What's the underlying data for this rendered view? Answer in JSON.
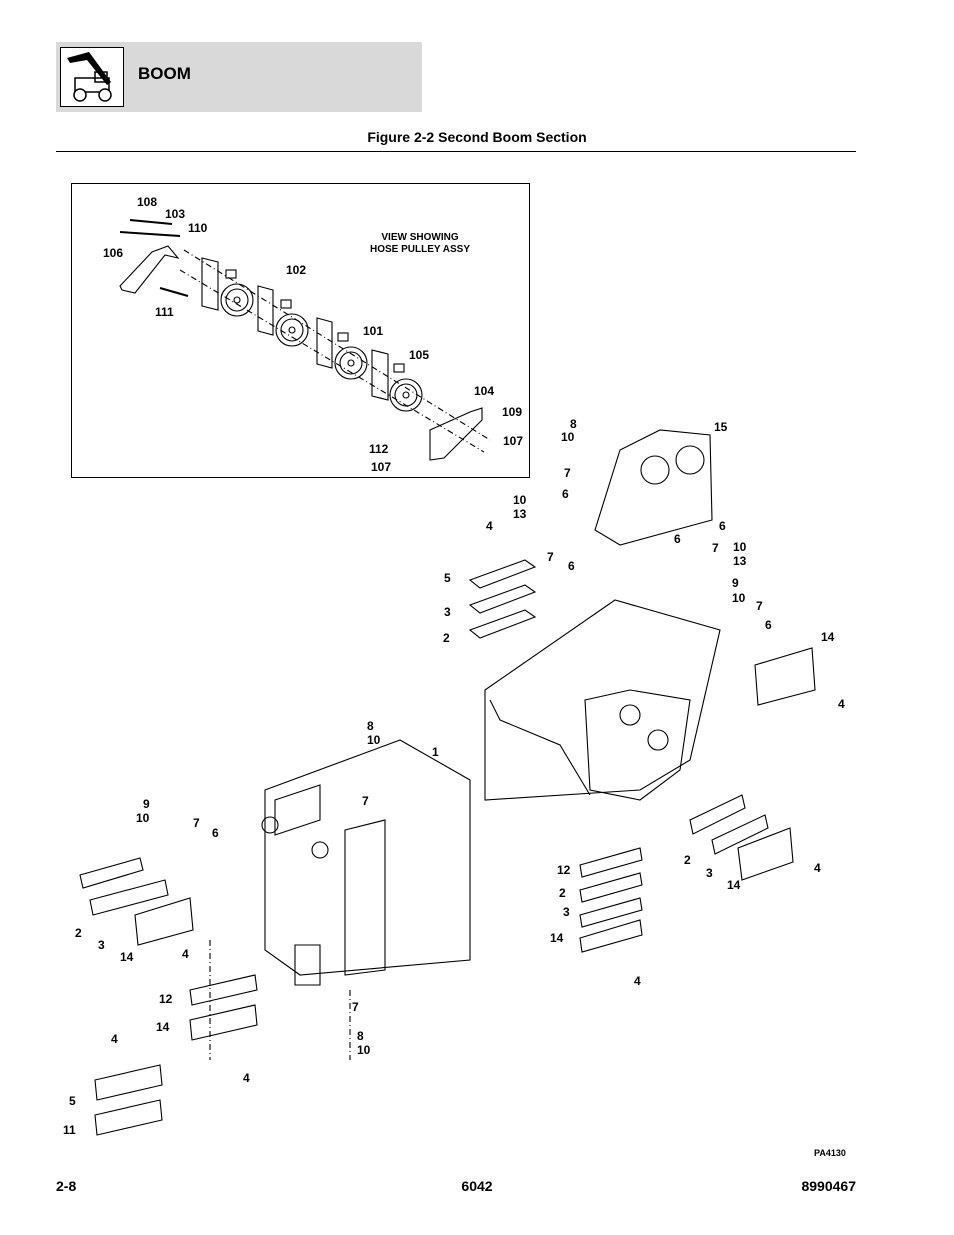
{
  "header": {
    "section": "BOOM",
    "logo_icon": "telehandler-icon"
  },
  "figure": {
    "title": "Figure 2-2 Second Boom Section",
    "inset_caption_line1": "VIEW SHOWING",
    "inset_caption_line2": "HOSE PULLEY ASSY",
    "drawing_ref": "PA4130"
  },
  "inset_callouts": [
    "108",
    "103",
    "110",
    "106",
    "102",
    "111",
    "101",
    "105",
    "104",
    "109",
    "107",
    "112",
    "107"
  ],
  "main_callouts": [
    "8",
    "10",
    "15",
    "7",
    "6",
    "10",
    "13",
    "4",
    "7",
    "6",
    "6",
    "6",
    "7",
    "10",
    "13",
    "5",
    "9",
    "10",
    "7",
    "6",
    "3",
    "2",
    "14",
    "4",
    "8",
    "10",
    "1",
    "7",
    "9",
    "10",
    "7",
    "6",
    "2",
    "3",
    "14",
    "4",
    "12",
    "2",
    "3",
    "14",
    "4",
    "2",
    "3",
    "14",
    "4",
    "12",
    "14",
    "7",
    "8",
    "10",
    "4",
    "4",
    "5",
    "11"
  ],
  "footer": {
    "page": "2-8",
    "model": "6042",
    "part_number": "8990467"
  }
}
